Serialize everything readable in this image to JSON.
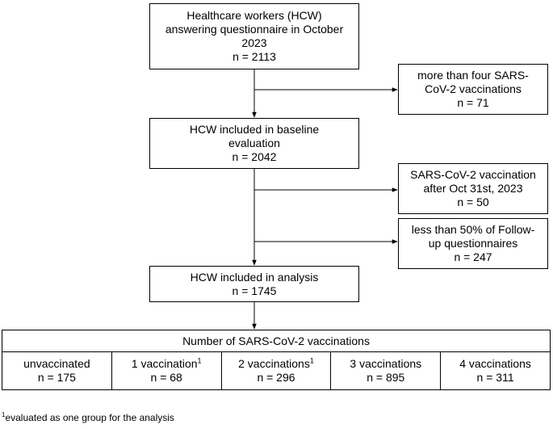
{
  "boxes": {
    "questionnaire": {
      "lines": [
        "Healthcare workers (HCW)",
        "answering questionnaire in October",
        "2023",
        "n = 2113"
      ]
    },
    "excluded_four": {
      "lines": [
        "more than four SARS-",
        "CoV-2 vaccinations",
        "n = 71"
      ]
    },
    "baseline": {
      "lines": [
        "HCW included in baseline",
        "evaluation",
        "n = 2042"
      ]
    },
    "excluded_oct": {
      "lines": [
        "SARS-CoV-2 vaccination",
        "after Oct 31st, 2023",
        "n = 50"
      ]
    },
    "excluded_followup": {
      "lines": [
        "less than 50% of Follow-",
        "up questionnaires",
        "n = 247"
      ]
    },
    "analysis": {
      "lines": [
        "HCW included in analysis",
        "n = 1745"
      ]
    }
  },
  "vaccination_table": {
    "title": "Number of SARS-CoV-2 vaccinations",
    "groups": [
      {
        "label": "unvaccinated",
        "mark": "",
        "n": "n = 175"
      },
      {
        "label": "1 vaccination",
        "mark": "1",
        "n": "n = 68"
      },
      {
        "label": "2 vaccinations",
        "mark": "1",
        "n": "n = 296"
      },
      {
        "label": "3 vaccinations",
        "mark": "",
        "n": "n = 895"
      },
      {
        "label": "4 vaccinations",
        "mark": "",
        "n": "n = 311"
      }
    ]
  },
  "footnote": {
    "mark": "1",
    "text": "evaluated as one group for the analysis"
  }
}
